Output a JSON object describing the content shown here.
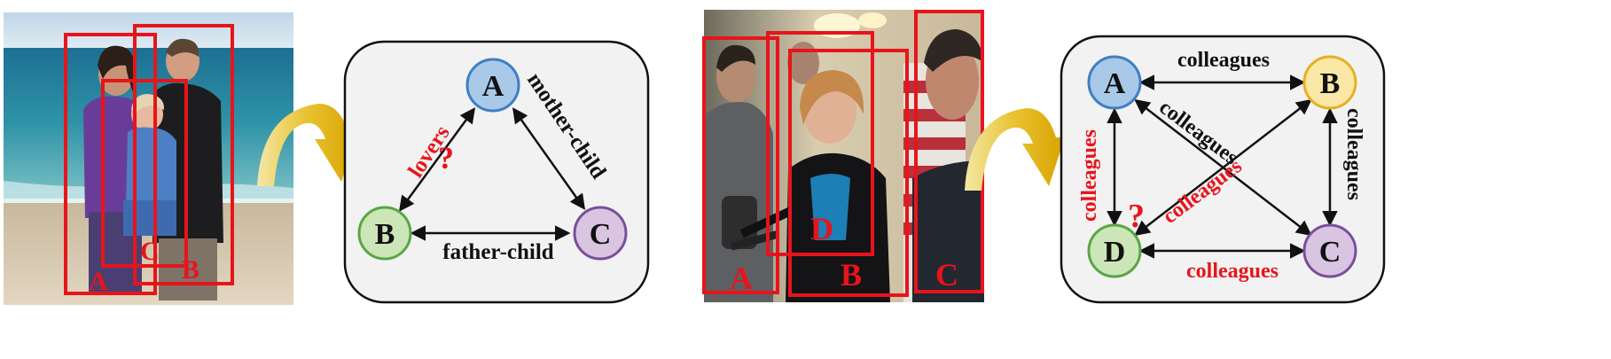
{
  "panel_left": {
    "photo_boxes": [
      "A",
      "B",
      "C"
    ],
    "graph": {
      "nodes": [
        "A",
        "B",
        "C"
      ],
      "edges": [
        {
          "id": "ab",
          "label": "lovers",
          "color": "#e8141b",
          "query": "?"
        },
        {
          "id": "ac",
          "label": "mother-child",
          "color": "#111111"
        },
        {
          "id": "bc",
          "label": "father-child",
          "color": "#111111"
        }
      ]
    }
  },
  "panel_right": {
    "photo_boxes": [
      "A",
      "D",
      "B",
      "C"
    ],
    "graph": {
      "nodes": [
        "A",
        "B",
        "C",
        "D"
      ],
      "edges": [
        {
          "id": "ab",
          "label": "colleagues",
          "color": "#111111"
        },
        {
          "id": "bc",
          "label": "colleagues",
          "color": "#111111"
        },
        {
          "id": "ac",
          "label": "colleagues",
          "color": "#111111"
        },
        {
          "id": "ad",
          "label": "colleagues",
          "color": "#e8141b"
        },
        {
          "id": "dc",
          "label": "colleagues",
          "color": "#e8141b"
        },
        {
          "id": "db",
          "label": "colleagues",
          "color": "#e8141b",
          "query": "?"
        }
      ]
    }
  },
  "colors": {
    "box_red": "#e8141b",
    "node_a_fill": "#a9c9e8",
    "node_a_stroke": "#3f7fc2",
    "node_b_fill": "#fbe8a6",
    "node_b_stroke": "#e5b022",
    "node_c_fill": "#d9c5e2",
    "node_c_stroke": "#7a4f9a",
    "node_d_fill": "#cde6b8",
    "node_d_stroke": "#5aa645",
    "panel_bg": "#f2f2f2",
    "arrow_gold": "#e5b100"
  }
}
